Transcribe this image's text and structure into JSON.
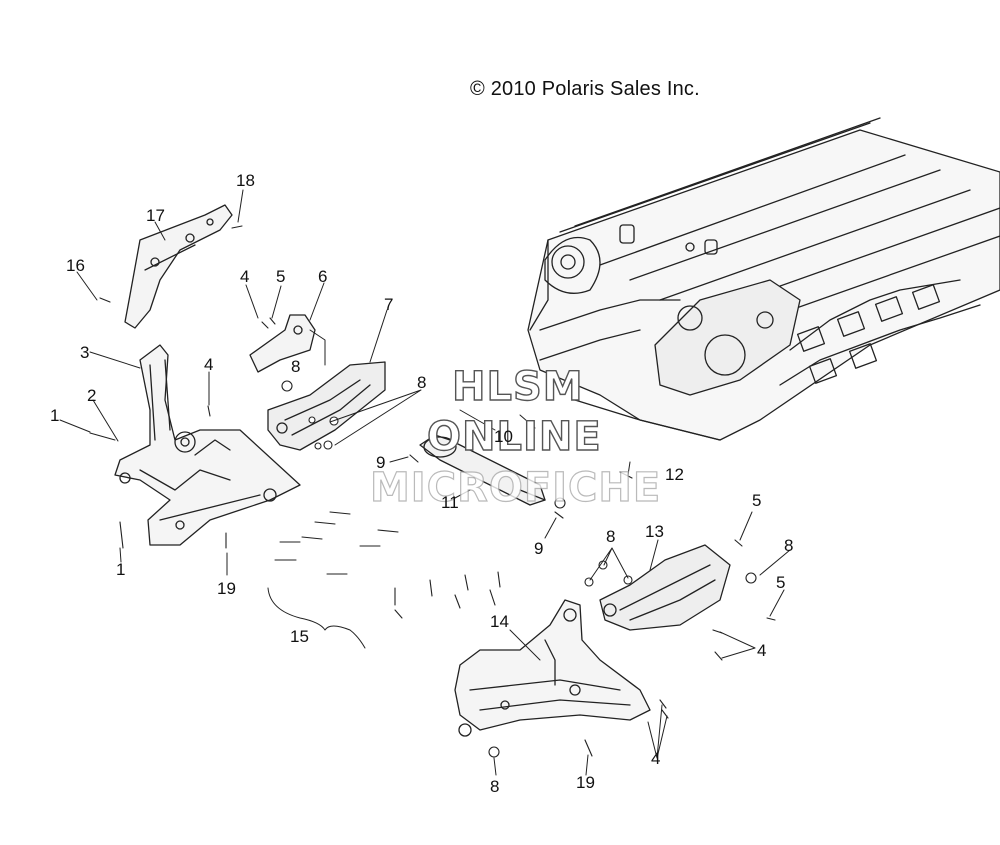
{
  "copyright": "© 2010 Polaris Sales Inc.",
  "watermark": {
    "line1": "HLSM",
    "line2": "ONLINE",
    "line3": "MICROFICHE"
  },
  "callouts": [
    {
      "id": "c18",
      "text": "18"
    },
    {
      "id": "c17",
      "text": "17"
    },
    {
      "id": "c16",
      "text": "16"
    },
    {
      "id": "c4a",
      "text": "4"
    },
    {
      "id": "c5a",
      "text": "5"
    },
    {
      "id": "c6",
      "text": "6"
    },
    {
      "id": "c7",
      "text": "7"
    },
    {
      "id": "c3",
      "text": "3"
    },
    {
      "id": "c4b",
      "text": "4"
    },
    {
      "id": "c8a",
      "text": "8"
    },
    {
      "id": "c8b",
      "text": "8"
    },
    {
      "id": "c2",
      "text": "2"
    },
    {
      "id": "c1a",
      "text": "1"
    },
    {
      "id": "c9a",
      "text": "9"
    },
    {
      "id": "c10",
      "text": "10"
    },
    {
      "id": "c12",
      "text": "12"
    },
    {
      "id": "c11",
      "text": "11"
    },
    {
      "id": "c9b",
      "text": "9"
    },
    {
      "id": "c1b",
      "text": "1"
    },
    {
      "id": "c19a",
      "text": "19"
    },
    {
      "id": "c15",
      "text": "15"
    },
    {
      "id": "c5b",
      "text": "5"
    },
    {
      "id": "c13",
      "text": "13"
    },
    {
      "id": "c8c",
      "text": "8"
    },
    {
      "id": "c8d",
      "text": "8"
    },
    {
      "id": "c5c",
      "text": "5"
    },
    {
      "id": "c14",
      "text": "14"
    },
    {
      "id": "c4c",
      "text": "4"
    },
    {
      "id": "c4d",
      "text": "4"
    },
    {
      "id": "c19b",
      "text": "19"
    },
    {
      "id": "c8e",
      "text": "8"
    }
  ]
}
